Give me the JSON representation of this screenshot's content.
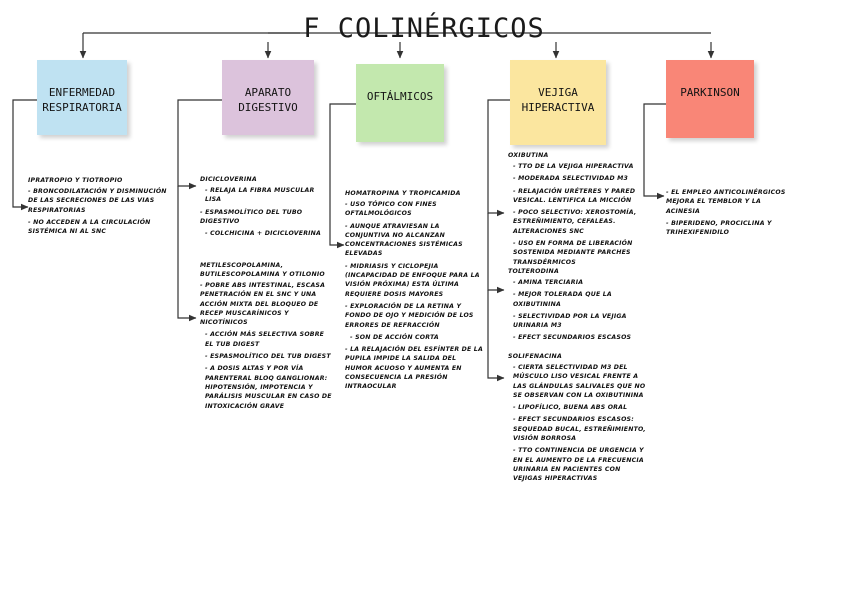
{
  "title": "F COLINÉRGICOS",
  "colors": {
    "respiratoria": "#bfe2f2",
    "digestivo": "#dcc3dc",
    "oftalmicos": "#c3e8ae",
    "vejiga": "#fbe69f",
    "parkinson": "#f98677",
    "wire": "#333333",
    "text": "#111111"
  },
  "nodes": {
    "respiratoria": {
      "label": "ENFERMEDAD\nRESPIRATORIA"
    },
    "digestivo": {
      "label": "APARATO\nDIGESTIVO"
    },
    "oftalmicos": {
      "label": "OFTÁLMICOS"
    },
    "vejiga": {
      "label": "VEJIGA\nHIPERACTIVA"
    },
    "parkinson": {
      "label": "PARKINSON"
    }
  },
  "columns": {
    "respiratoria": {
      "blocks": [
        {
          "heading": "IPRATROPIO Y TIOTROPIO",
          "bullets": [
            "- BRONCODILATACIÓN  Y DISMINUCIÓN DE LAS SECRECIONES DE LAS VIAS RESPIRATORIAS",
            "- NO ACCEDEN A LA CIRCULACIÓN SISTÉMICA NI AL SNC"
          ]
        }
      ]
    },
    "digestivo": {
      "blocks": [
        {
          "heading": "DICICLOVERINA",
          "bullets": [
            "- RELAJA LA FIBRA MUSCULAR LISA",
            "- ESPASMOLÍTICO DEL TUBO DIGESTIVO",
            "- COLCHICINA + DICICLOVERINA"
          ]
        },
        {
          "heading": "METILESCOPOLAMINA,\nBUTILESCOPOLAMINA Y OTILONIO",
          "bullets": [
            "- POBRE ABS INTESTINAL, ESCASA PENETRACIÓN EN EL SNC Y UNA ACCIÓN MIXTA DEL BLOQUEO DE RECEP MUSCARÍNICOS Y NICOTÍNICOS",
            "- ACCIÓN MÁS SELECTIVA SOBRE EL TUB DIGEST",
            "- ESPASMOLÍTICO DEL TUB DIGEST",
            "- A DOSIS ALTAS Y POR VÍA PARENTERAL BLOQ GANGLIONAR: HIPOTENSIÓN, IMPOTENCIA Y PARÁLISIS MUSCULAR EN CASO DE INTOXICACIÓN GRAVE"
          ]
        }
      ]
    },
    "oftalmicos": {
      "blocks": [
        {
          "heading": "HOMATROPINA Y TROPICAMIDA",
          "bullets": [
            "- USO TÓPICO CON FINES OFTALMOLÓGICOS",
            "- AUNQUE ATRAVIESAN LA CONJUNTIVA NO ALCANZAN CONCENTRACIONES SISTÉMICAS ELEVADAS",
            "- MIDRIASIS Y CICLOPEJIA (INCAPACIDAD DE ENFOQUE PARA LA VISIÓN PRÓXIMA) ESTA ÚLTIMA REQUIERE DOSIS MAYORES",
            "- EXPLORACIÓN DE LA RETINA Y FONDO DE OJO Y MEDICIÓN DE LOS ERRORES DE REFRACCIÓN",
            "- SON DE ACCIÓN CORTA",
            "- LA RELAJACIÓN DEL ESFÍNTER DE LA PUPILA IMPIDE LA SALIDA DEL HUMOR ACUOSO Y AUMENTA EN CONSECUENCIA LA PRESIÓN INTRAOCULAR"
          ]
        }
      ]
    },
    "vejiga": {
      "blocks": [
        {
          "heading": "OXIBUTINA",
          "bullets": [
            "- TTO DE LA VEJIGA HIPERACTIVA",
            "- MODERADA SELECTIVIDAD M3",
            "- RELAJACIÓN URÉTERES Y PARED VESICAL. LENTIFICA LA MICCIÓN",
            "- POCO SELECTIVO: XEROSTOMÍA, ESTREÑIMIENTO, CEFALEAS. ALTERACIONES SNC",
            "- USO EN FORMA DE LIBERACIÓN SOSTENIDA MEDIANTE PARCHES TRANSDÉRMICOS"
          ]
        },
        {
          "heading": "TOLTERODINA",
          "bullets": [
            "- AMINA TERCIARIA",
            "- MEJOR TOLERADA QUE LA OXIBUTININA",
            "- SELECTIVIDAD POR LA VEJIGA URINARIA M3",
            "- EFECT SECUNDARIOS ESCASOS"
          ]
        },
        {
          "heading": "SOLIFENACINA",
          "bullets": [
            "- CIERTA SELECTIVIDAD M3 DEL MÚSCULO LISO VESICAL FRENTE A LAS GLÁNDULAS SALIVALES QUE NO SE OBSERVAN CON LA OXIBUTININA",
            "- LIPOFÍLICO, BUENA ABS ORAL",
            "- EFECT SECUNDARIOS ESCASOS: SEQUEDAD BUCAL, ESTREÑIMIENTO, VISIÓN BORROSA",
            "- TTO CONTINENCIA DE URGENCIA Y EN EL AUMENTO DE LA FRECUENCIA URINARIA EN PACIENTES CON VEJIGAS HIPERACTIVAS"
          ]
        }
      ]
    },
    "parkinson": {
      "blocks": [
        {
          "heading": "",
          "bullets": [
            "- EL EMPLEO ANTICOLINÉRGICOS MEJORA EL TEMBLOR Y LA ACINESIA",
            "- BIPERIDENO, PROCICLINA Y TRIHEXIFENIDILO"
          ]
        }
      ]
    }
  }
}
